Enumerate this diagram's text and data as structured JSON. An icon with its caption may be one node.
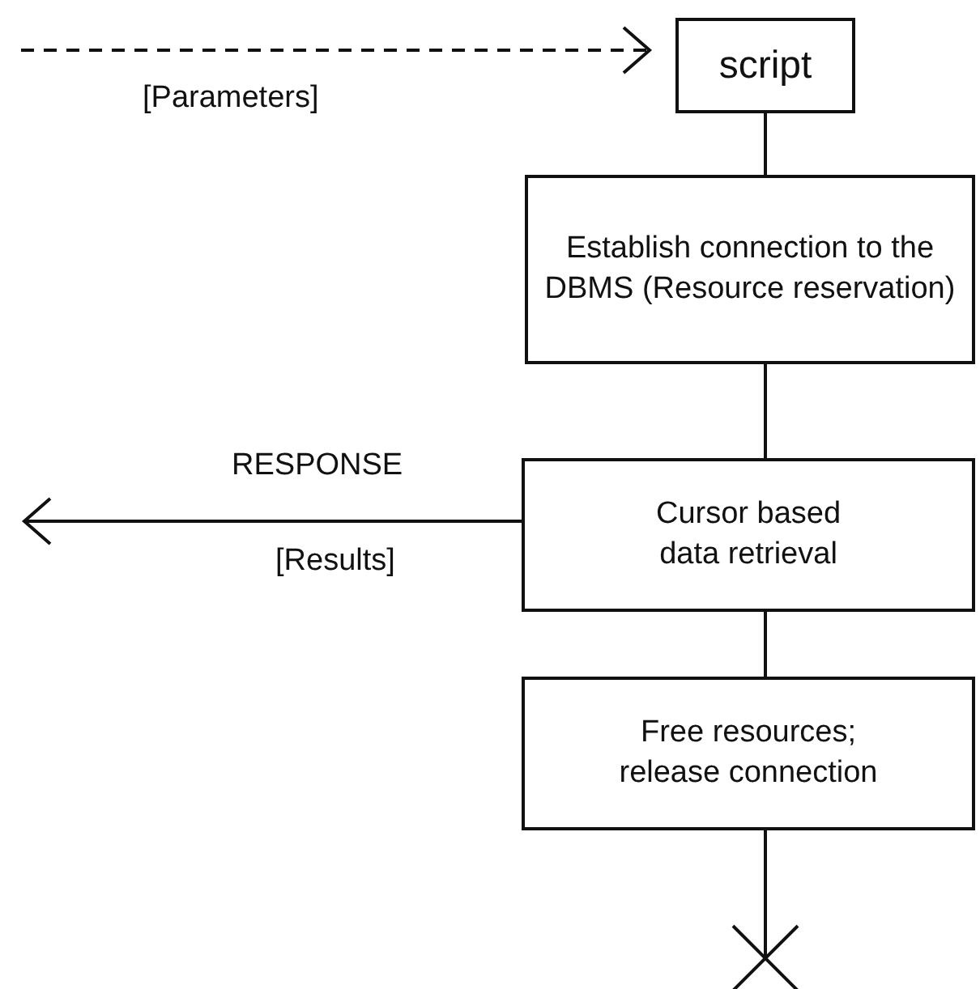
{
  "diagram": {
    "nodes": [
      {
        "text": [
          "script"
        ]
      },
      {
        "text": [
          "Establish connection to the DBMS (Resource reservation)"
        ]
      },
      {
        "text": [
          "Cursor based data retrieval"
        ]
      },
      {
        "text": [
          "Free resources; release connection"
        ]
      }
    ],
    "edges": [
      {
        "from": null,
        "to": 0,
        "arrow": "to",
        "style": "dashed",
        "label": "[Parameters]"
      },
      {
        "from": 0,
        "to": 1,
        "arrow": "none"
      },
      {
        "from": 1,
        "to": 2,
        "arrow": "none"
      },
      {
        "from": 2,
        "to": 3,
        "arrow": "none"
      },
      {
        "from": 2,
        "to": null,
        "arrow": "to",
        "label": "RESPONSE"
      },
      {
        "from": 3,
        "to": null,
        "arrow": "other"
      }
    ],
    "labels": [
      "[Results]"
    ]
  }
}
